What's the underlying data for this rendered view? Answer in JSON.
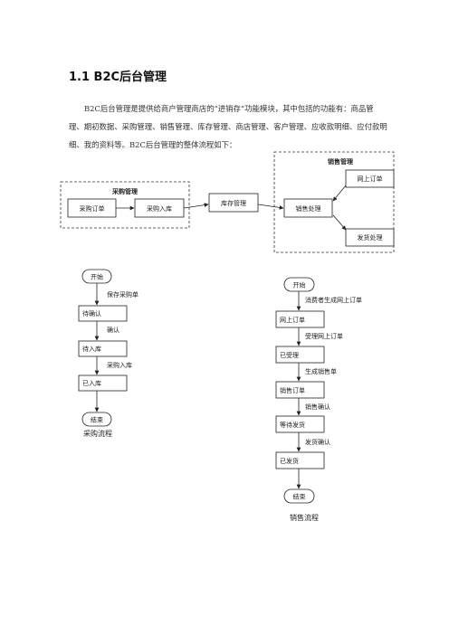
{
  "section": {
    "title": "1.1 B2C后台管理",
    "intro": "B2C后台管理是提供给商户管理商店的“进销存”功能模块，其中包括的功能有：商品管理、期初数据、采购管理、销售管理、库存管理、商店管理、客户管理、应收款明细、应付款明细、我的资料等。B2C后台管理的整体流程如下："
  },
  "overview": {
    "purchase_group": "采购管理",
    "sales_group": "销售管理",
    "purchase_order": "采购订单",
    "purchase_in": "采购入库",
    "inventory": "库存管理",
    "sales_process": "销售处理",
    "online_order": "网上订单",
    "delivery": "发货处理"
  },
  "purchase_flow": {
    "start": "开始",
    "step1_label": "保存采购单",
    "state1": "待确认",
    "step2_label": "确认",
    "state2": "待入库",
    "step3_label": "采购入库",
    "state3": "已入库",
    "end": "结束",
    "caption": "采购流程"
  },
  "sales_flow": {
    "start": "开始",
    "step1_label": "消费者生成网上订单",
    "state1": "网上订单",
    "step2_label": "受理网上订单",
    "state2": "已受理",
    "step3_label": "生成销售单",
    "state3": "销售订单",
    "step4_label": "销售确认",
    "state4": "等待发货",
    "step5_label": "发货确认",
    "state5": "已发货",
    "end": "结束",
    "caption": "销售流程"
  }
}
